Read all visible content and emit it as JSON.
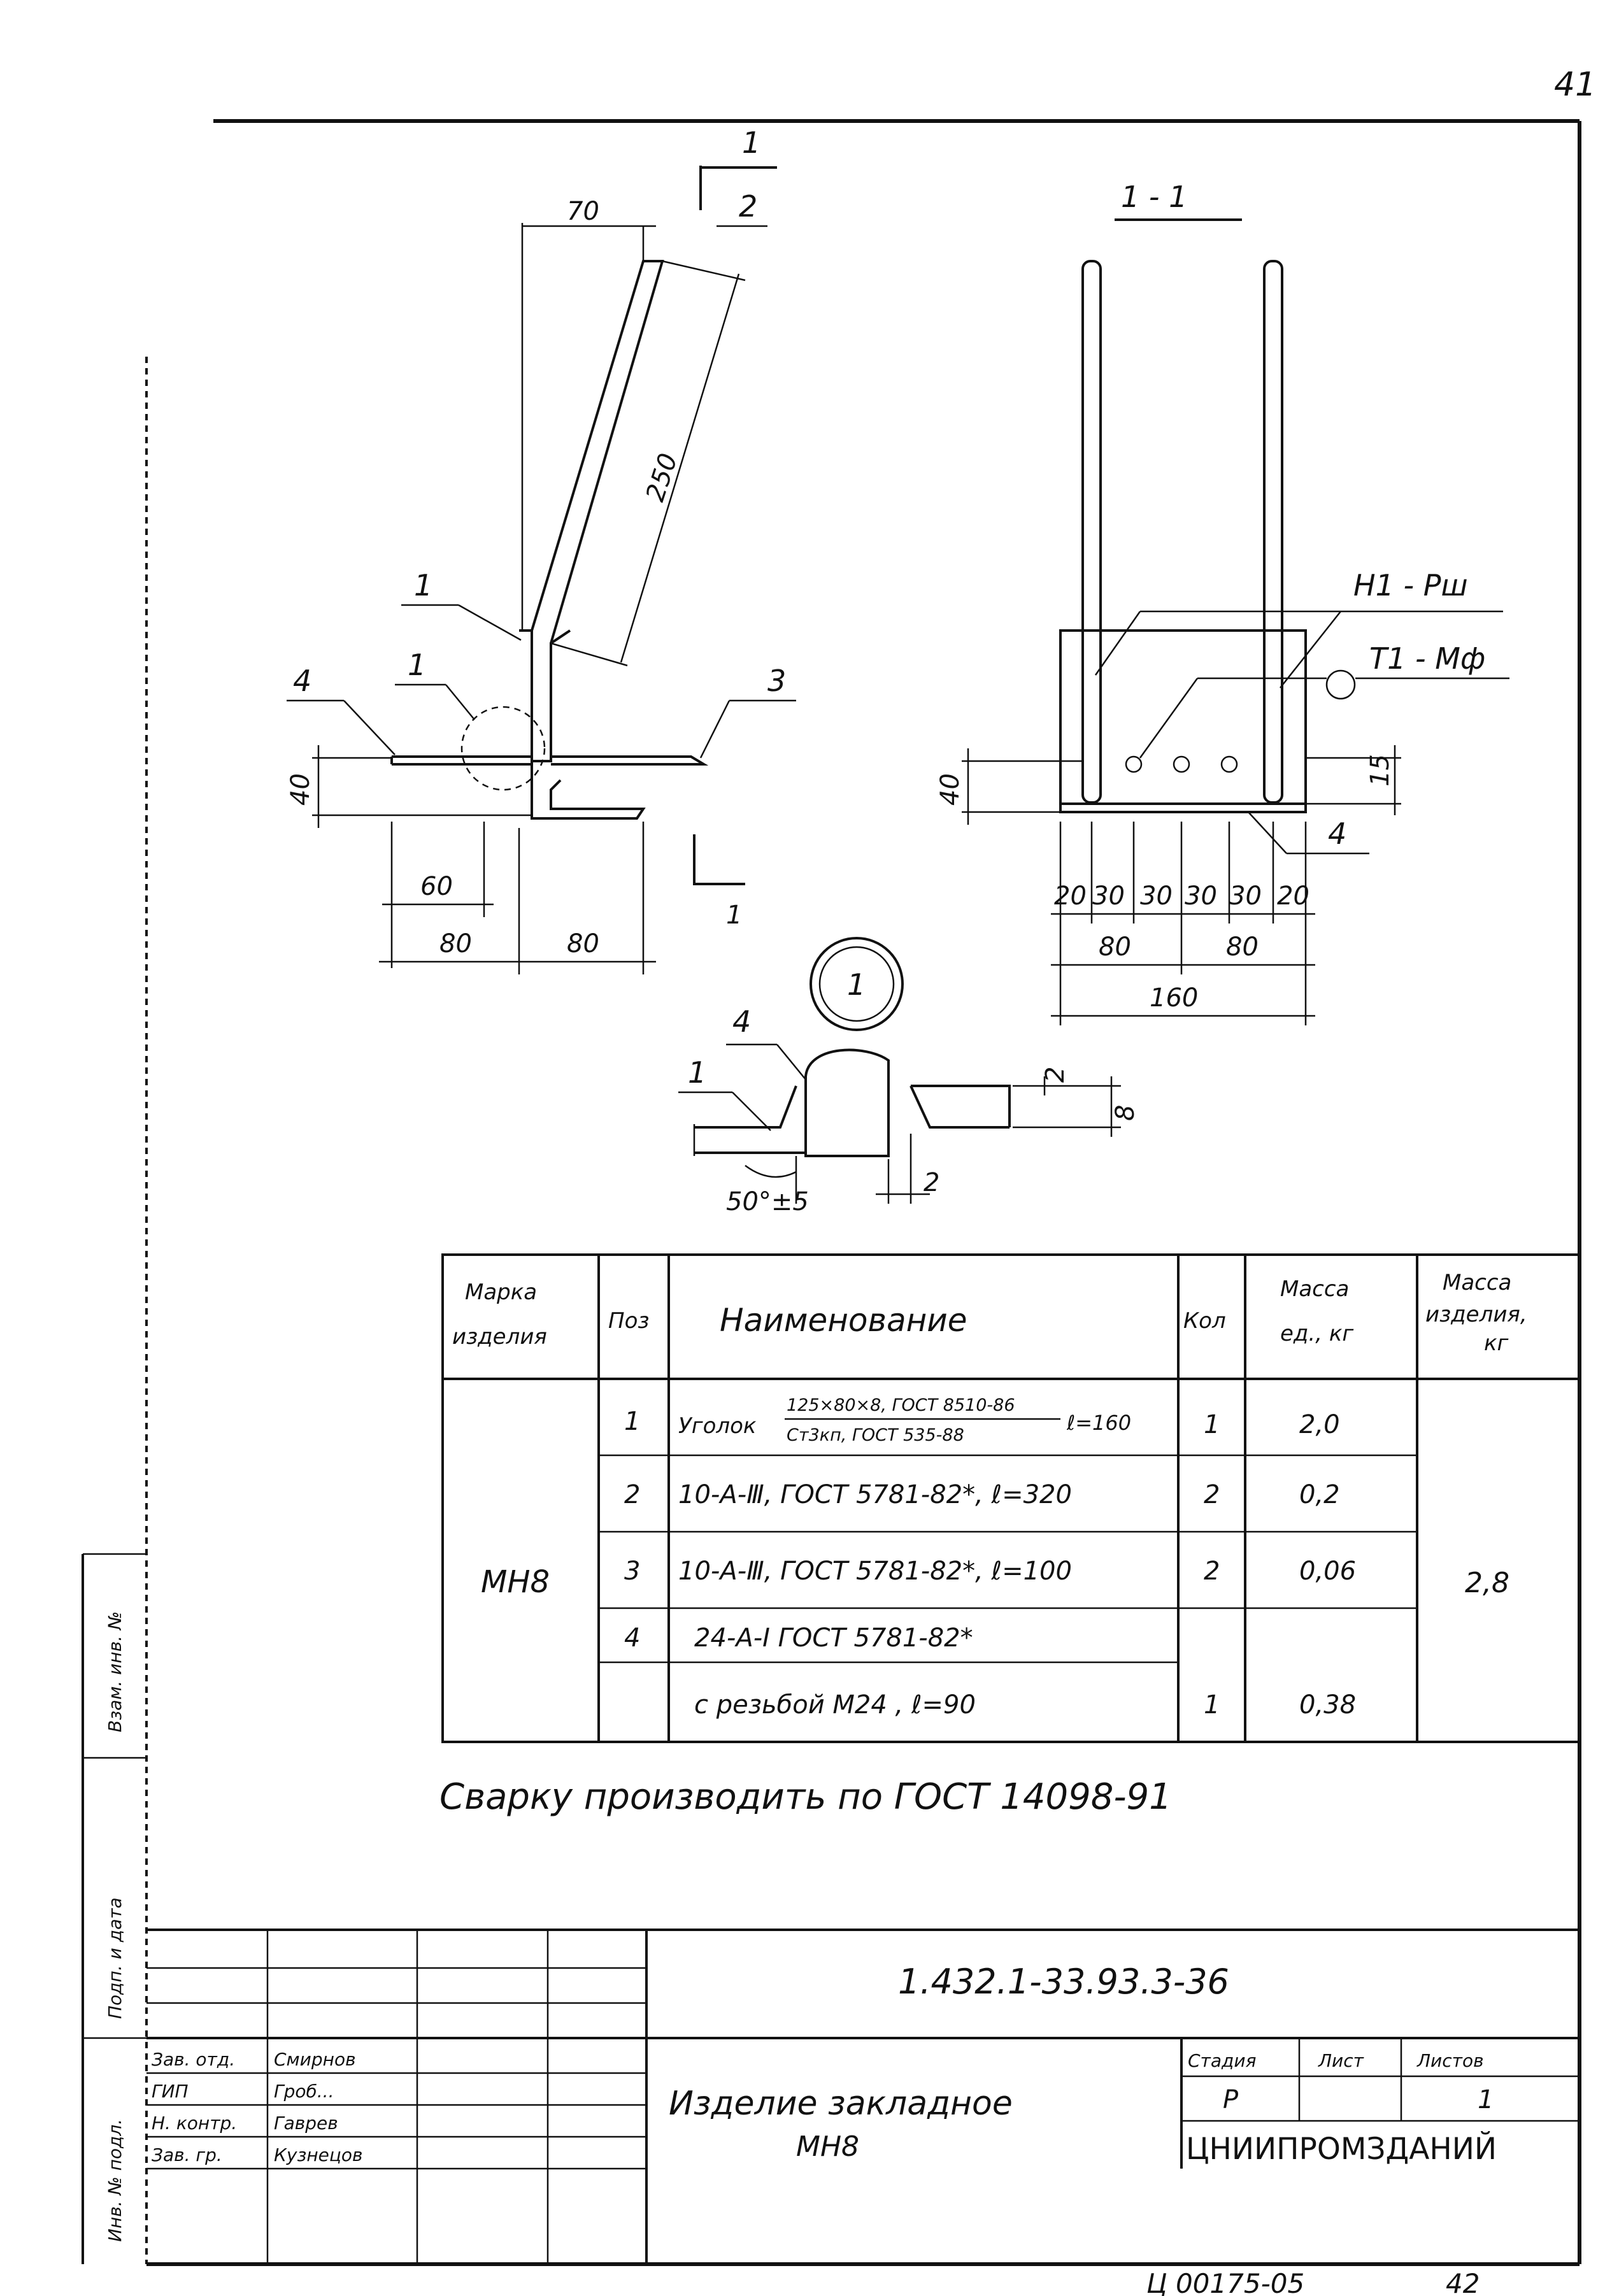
{
  "page_number": "41",
  "drawing": {
    "section_title": "1 - 1",
    "cut_marker": "1",
    "cut_marker_bottom": "1",
    "detail_marker": "1",
    "positions": {
      "p1": "1",
      "p2": "2",
      "p3": "3",
      "p4": "4"
    },
    "dims_side": {
      "d70": "70",
      "d250": "250",
      "d40": "40",
      "d60": "60",
      "d80a": "80",
      "d80b": "80"
    },
    "dims_section": {
      "d40": "40",
      "d15": "15",
      "d20a": "20",
      "d30a": "30",
      "d30b": "30",
      "d30c": "30",
      "d30d": "30",
      "d20b": "20",
      "d80a": "80",
      "d80b": "80",
      "d160": "160"
    },
    "weld_labels": {
      "w1": "Н1 - Рш",
      "w2": "Т1 - Мф"
    },
    "detail_dims": {
      "d2a": "2",
      "d8": "8",
      "d2b": "2",
      "angle": "50°±5"
    }
  },
  "spec_table": {
    "headers": {
      "mark": [
        "Марка",
        "изделия"
      ],
      "pos": "Поз",
      "name": "Наименование",
      "qty": "Кол",
      "unit_mass": [
        "Масса",
        "ед., кг"
      ],
      "product_mass": [
        "Масса",
        "изделия,",
        "кг"
      ]
    },
    "mark": "МН8",
    "product_mass": "2,8",
    "rows": [
      {
        "pos": "1",
        "name_prefix": "Уголок",
        "name_top": "125×80×8, ГОСТ 8510-86",
        "name_bottom": "Ст3кп, ГОСТ 535-88",
        "name_suffix": "ℓ=160",
        "qty": "1",
        "mass": "2,0"
      },
      {
        "pos": "2",
        "name": "10-А-Ⅲ, ГОСТ 5781-82*, ℓ=320",
        "qty": "2",
        "mass": "0,2"
      },
      {
        "pos": "3",
        "name": "10-А-Ⅲ, ГОСТ 5781-82*, ℓ=100",
        "qty": "2",
        "mass": "0,06"
      },
      {
        "pos": "4",
        "name": "24-А-I ГОСТ 5781-82*",
        "qty": "",
        "mass": ""
      },
      {
        "pos": "",
        "name": "с резьбой М24 , ℓ=90",
        "qty": "1",
        "mass": "0,38"
      }
    ]
  },
  "note": "Сварку производить по ГОСТ 14098-91",
  "side_stamps": {
    "s1": "Инв. № подл.",
    "s2": "Подп. и дата",
    "s3": "Взам. инв. №"
  },
  "title_block": {
    "doc_code": "1.432.1-33.93.3-36",
    "title_line1": "Изделие закладное",
    "title_line2": "МН8",
    "roles": [
      {
        "role": "Зав. отд.",
        "name": "Смирнов"
      },
      {
        "role": "ГИП",
        "name": "Гроб..."
      },
      {
        "role": "Н. контр.",
        "name": "Гаврев"
      },
      {
        "role": "Зав. гр.",
        "name": "Кузнецов"
      }
    ],
    "stage_label": "Стадия",
    "sheet_label": "Лист",
    "sheets_label": "Листов",
    "stage": "Р",
    "sheet": "",
    "sheets": "1",
    "org": "ЦНИИПРОМЗДАНИЙ"
  },
  "footer": {
    "code": "Ц 00175-05",
    "number": "42"
  }
}
